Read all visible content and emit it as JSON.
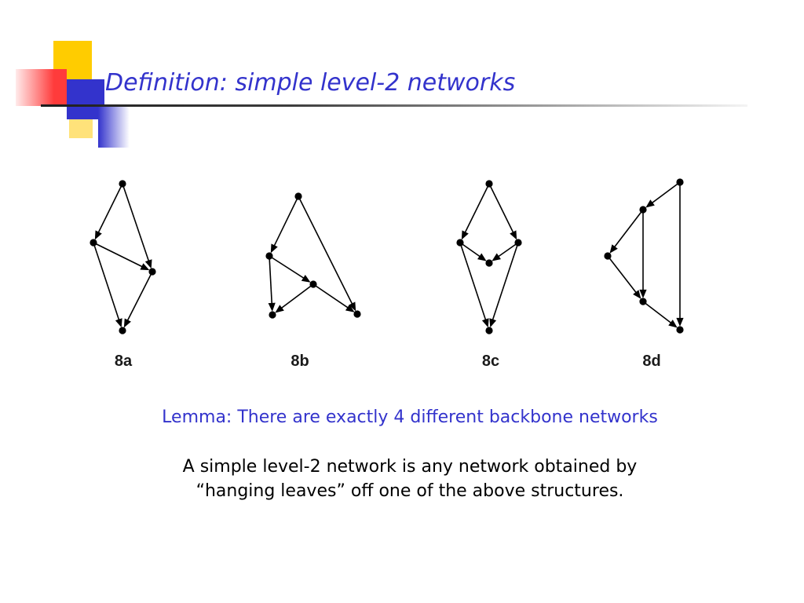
{
  "slide": {
    "title": "Definition: simple level-2 networks",
    "lemma": "Lemma: There are exactly 4 different backbone networks",
    "body_lines": [
      "A simple level-2 network is any network obtained by",
      "“hanging leaves” off one of the above structures."
    ]
  },
  "diagrams": [
    {
      "label": "8a"
    },
    {
      "label": "8b"
    },
    {
      "label": "8c"
    },
    {
      "label": "8d"
    }
  ],
  "theme": {
    "title_color": "#3333CC",
    "lemma_color": "#3333CC",
    "text_color": "#000000",
    "decor_yellow": "#FFCC00",
    "decor_red": "#FF3B3B",
    "decor_blue": "#3333CC",
    "decor_pale_yellow": "#FFE27A"
  }
}
